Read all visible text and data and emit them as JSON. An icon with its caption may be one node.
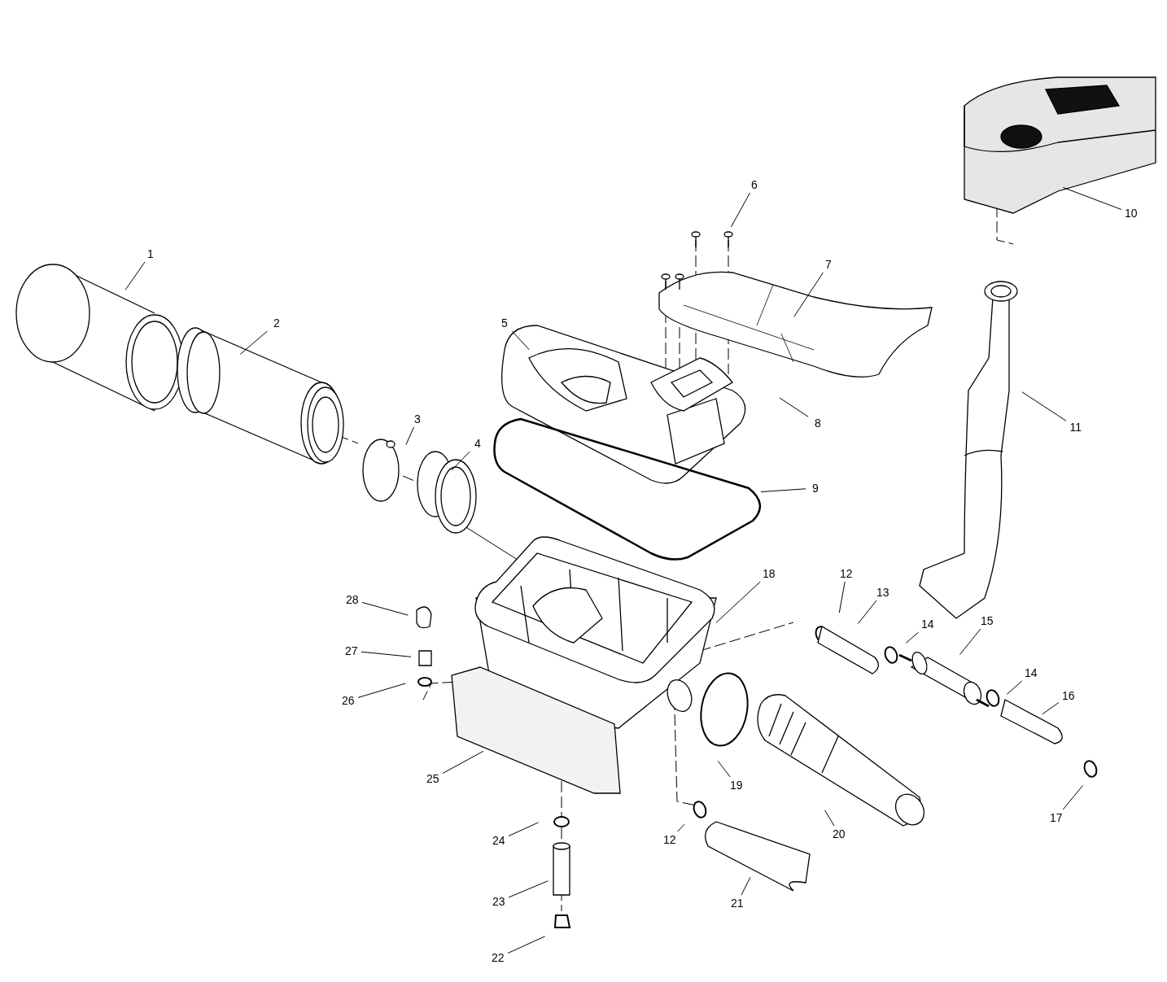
{
  "diagram": {
    "nodes": [
      {
        "text": [
          "6"
        ]
      },
      {
        "text": [
          "10"
        ]
      },
      {
        "text": [
          "1"
        ]
      },
      {
        "text": [
          "7"
        ]
      },
      {
        "text": [
          "2"
        ]
      },
      {
        "text": [
          "5"
        ]
      },
      {
        "text": [
          "3"
        ]
      },
      {
        "text": [
          "8"
        ]
      },
      {
        "text": [
          "11"
        ]
      },
      {
        "text": [
          "4"
        ]
      },
      {
        "text": [
          "9"
        ]
      },
      {
        "text": [
          "12"
        ]
      },
      {
        "text": [
          "18"
        ]
      },
      {
        "text": [
          "13"
        ]
      },
      {
        "text": [
          "28"
        ]
      },
      {
        "text": [
          "15"
        ]
      },
      {
        "text": [
          "14"
        ]
      },
      {
        "text": [
          "27"
        ]
      },
      {
        "text": [
          "14"
        ]
      },
      {
        "text": [
          "16"
        ]
      },
      {
        "text": [
          "26"
        ]
      },
      {
        "text": [
          "25"
        ]
      },
      {
        "text": [
          "19"
        ]
      },
      {
        "text": [
          "17"
        ]
      },
      {
        "text": [
          "20"
        ]
      },
      {
        "text": [
          "12"
        ]
      },
      {
        "text": [
          "24"
        ]
      },
      {
        "text": [
          "23"
        ]
      },
      {
        "text": [
          "21"
        ]
      },
      {
        "text": [
          "22"
        ]
      }
    ],
    "edges": [
      {
        "from": 0,
        "to": null,
        "arrow": "none"
      },
      {
        "from": 1,
        "to": null,
        "arrow": "none"
      },
      {
        "from": 2,
        "to": null,
        "arrow": "none"
      },
      {
        "from": 3,
        "to": null,
        "arrow": "none"
      },
      {
        "from": 4,
        "to": null,
        "arrow": "none"
      },
      {
        "from": 5,
        "to": null,
        "arrow": "none"
      },
      {
        "from": 6,
        "to": null,
        "arrow": "none"
      },
      {
        "from": 7,
        "to": null,
        "arrow": "none"
      },
      {
        "from": 8,
        "to": null,
        "arrow": "none"
      },
      {
        "from": 9,
        "to": null,
        "arrow": "none"
      },
      {
        "from": 10,
        "to": null,
        "arrow": "none"
      },
      {
        "from": 11,
        "to": null,
        "arrow": "none"
      },
      {
        "from": 12,
        "to": null,
        "arrow": "none"
      },
      {
        "from": 13,
        "to": null,
        "arrow": "none"
      },
      {
        "from": 14,
        "to": null,
        "arrow": "none"
      },
      {
        "from": 15,
        "to": null,
        "arrow": "none"
      },
      {
        "from": 16,
        "to": null,
        "arrow": "none"
      },
      {
        "from": 17,
        "to": null,
        "arrow": "none"
      },
      {
        "from": 18,
        "to": null,
        "arrow": "none"
      },
      {
        "from": 19,
        "to": null,
        "arrow": "none"
      },
      {
        "from": 20,
        "to": null,
        "arrow": "none"
      },
      {
        "from": 21,
        "to": null,
        "arrow": "none"
      },
      {
        "from": 22,
        "to": null,
        "arrow": "none"
      },
      {
        "from": 23,
        "to": null,
        "arrow": "none"
      },
      {
        "from": 24,
        "to": null,
        "arrow": "none"
      },
      {
        "from": 25,
        "to": null,
        "arrow": "none"
      },
      {
        "from": 26,
        "to": null,
        "arrow": "none"
      },
      {
        "from": 27,
        "to": null,
        "arrow": "none"
      },
      {
        "from": 28,
        "to": null,
        "arrow": "none"
      },
      {
        "from": 29,
        "to": null,
        "arrow": "none"
      }
    ]
  }
}
